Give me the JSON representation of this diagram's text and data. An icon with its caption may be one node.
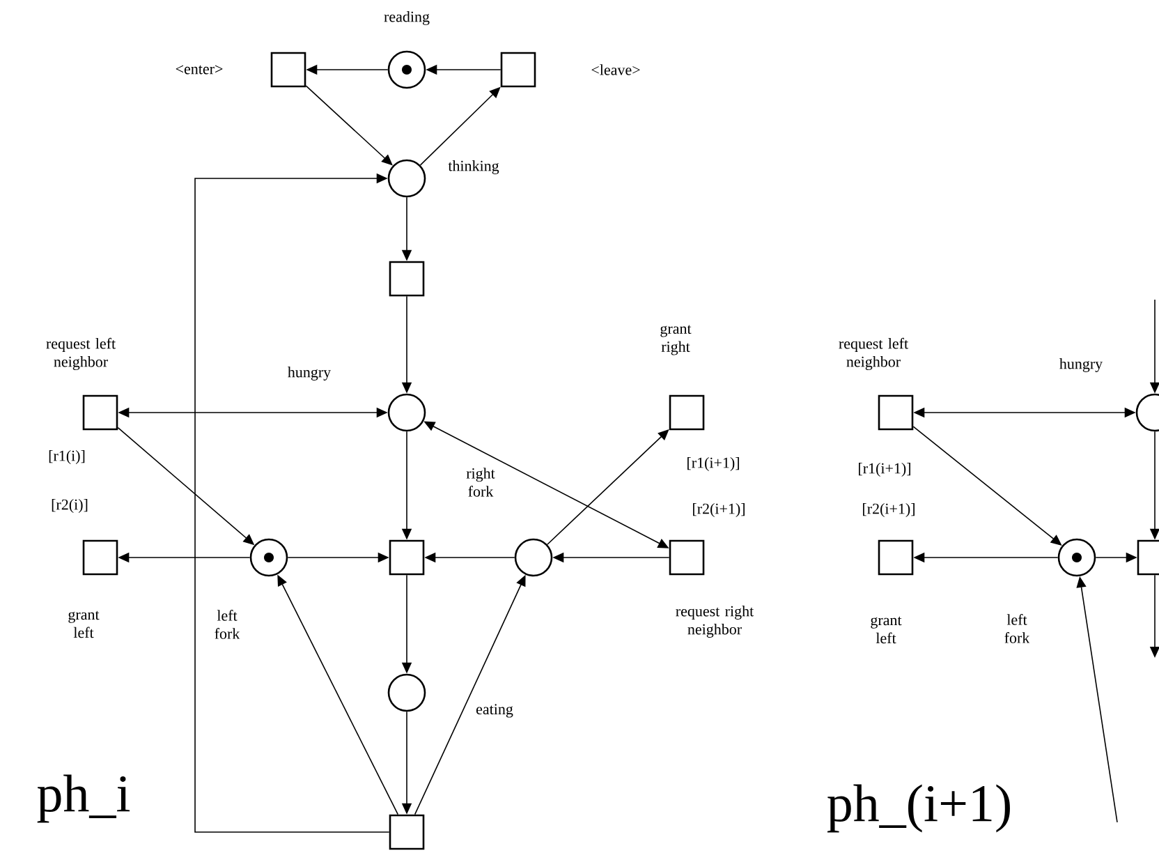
{
  "diagram": {
    "nodes": [
      {
        "text": [],
        "shape": "box",
        "beside": [
          "<enter>"
        ]
      },
      {
        "text": [],
        "shape": "circle",
        "beside": [
          "reading"
        ]
      },
      {
        "text": [],
        "shape": "box",
        "beside": [
          "<leave>"
        ]
      },
      {
        "text": [],
        "shape": "circle",
        "beside": [
          "thinking"
        ]
      },
      {
        "text": [],
        "shape": "box"
      },
      {
        "text": [],
        "shape": "circle",
        "beside": [
          "hungry"
        ]
      },
      {
        "text": [],
        "shape": "box",
        "beside": [
          "request left neighbor"
        ]
      },
      {
        "text": [],
        "shape": "box",
        "beside": [
          "grant right"
        ]
      },
      {
        "text": [],
        "shape": "box",
        "beside": [
          "grant left"
        ]
      },
      {
        "text": [],
        "shape": "circle",
        "beside": [
          "left fork"
        ]
      },
      {
        "text": [],
        "shape": "box"
      },
      {
        "text": [],
        "shape": "circle",
        "beside": [
          "right fork"
        ]
      },
      {
        "text": [],
        "shape": "box",
        "beside": [
          "request right neighbor"
        ]
      },
      {
        "text": [],
        "shape": "circle",
        "beside": [
          "eating"
        ]
      },
      {
        "text": [],
        "shape": "box"
      },
      {
        "text": [],
        "shape": "box",
        "beside": [
          "request left neighbor"
        ]
      },
      {
        "text": [],
        "shape": "circle",
        "beside": [
          "hungry"
        ]
      },
      {
        "text": [],
        "shape": "box",
        "beside": [
          "grant left"
        ]
      },
      {
        "text": [],
        "shape": "circle",
        "beside": [
          "left fork"
        ]
      },
      {
        "text": [],
        "shape": "box"
      }
    ],
    "edges": [
      {
        "from": 1,
        "to": 0,
        "arrow": "to"
      },
      {
        "from": 2,
        "to": 1,
        "arrow": "to"
      },
      {
        "from": 0,
        "to": 3,
        "arrow": "to"
      },
      {
        "from": 3,
        "to": 2,
        "arrow": "to"
      },
      {
        "from": 14,
        "to": 3,
        "arrow": "to"
      },
      {
        "from": 3,
        "to": 4,
        "arrow": "to"
      },
      {
        "from": 4,
        "to": 5,
        "arrow": "to"
      },
      {
        "from": 5,
        "to": 6,
        "arrow": "both"
      },
      {
        "from": 5,
        "to": 12,
        "arrow": "both"
      },
      {
        "from": 5,
        "to": 10,
        "arrow": "to"
      },
      {
        "from": 6,
        "to": 9,
        "arrow": "to"
      },
      {
        "from": 9,
        "to": 8,
        "arrow": "to"
      },
      {
        "from": 9,
        "to": 10,
        "arrow": "to"
      },
      {
        "from": 11,
        "to": 10,
        "arrow": "to"
      },
      {
        "from": 12,
        "to": 11,
        "arrow": "to"
      },
      {
        "from": 11,
        "to": 7,
        "arrow": "to"
      },
      {
        "from": 10,
        "to": 13,
        "arrow": "to"
      },
      {
        "from": 13,
        "to": 14,
        "arrow": "to"
      },
      {
        "from": 14,
        "to": 9,
        "arrow": "to"
      },
      {
        "from": 14,
        "to": 11,
        "arrow": "to"
      },
      {
        "from": null,
        "to": 16,
        "arrow": "to"
      },
      {
        "from": 16,
        "to": 15,
        "arrow": "both"
      },
      {
        "from": 15,
        "to": 18,
        "arrow": "to"
      },
      {
        "from": 18,
        "to": 17,
        "arrow": "to"
      },
      {
        "from": 18,
        "to": 19,
        "arrow": "to"
      },
      {
        "from": 16,
        "to": 19,
        "arrow": "to"
      },
      {
        "from": 19,
        "to": null,
        "arrow": "to"
      },
      {
        "from": null,
        "to": 18,
        "arrow": "to"
      }
    ],
    "labels": [
      "[r1(i)]",
      "[r2(i)]",
      "[r1(i+1)]",
      "[r2(i+1)]",
      "ph_i",
      "[r1(i+1)]",
      "[r2(i+1)]",
      "ph_(i+1)"
    ]
  }
}
